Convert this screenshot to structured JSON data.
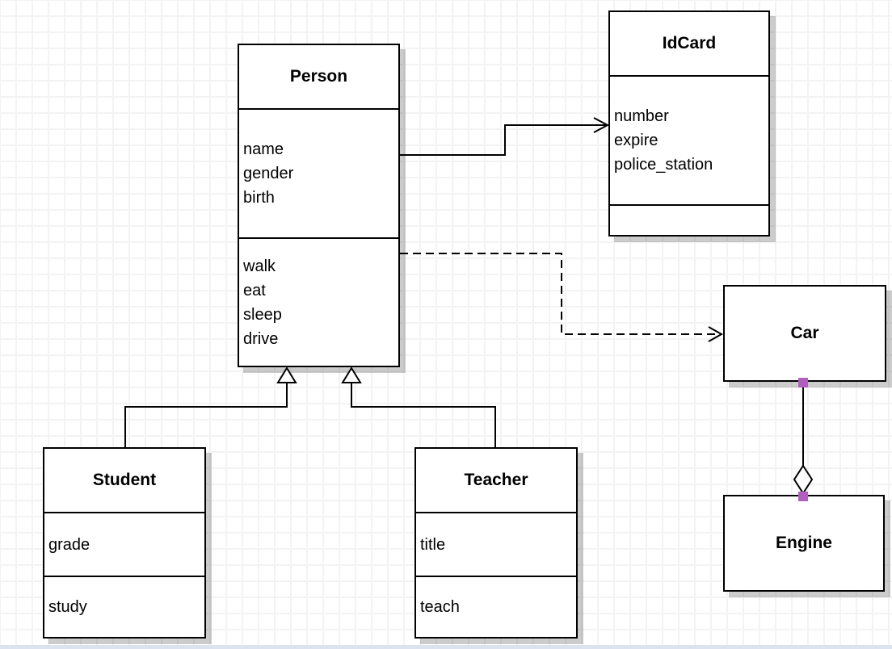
{
  "diagram": {
    "kind": "uml-class-diagram",
    "classes": {
      "person": {
        "title": "Person",
        "attributes": [
          "name",
          "gender",
          "birth"
        ],
        "methods": [
          "walk",
          "eat",
          "sleep",
          "drive"
        ]
      },
      "idcard": {
        "title": "IdCard",
        "attributes": [
          "number",
          "expire",
          "police_station"
        ],
        "methods": []
      },
      "car": {
        "title": "Car",
        "attributes": [],
        "methods": []
      },
      "engine": {
        "title": "Engine",
        "attributes": [],
        "methods": []
      },
      "student": {
        "title": "Student",
        "attributes": [
          "grade"
        ],
        "methods": [
          "study"
        ]
      },
      "teacher": {
        "title": "Teacher",
        "attributes": [
          "title"
        ],
        "methods": [
          "teach"
        ]
      }
    },
    "relationships": [
      {
        "from": "Person",
        "to": "IdCard",
        "type": "association",
        "line": "solid",
        "end": "open-arrow"
      },
      {
        "from": "Person",
        "to": "Car",
        "type": "dependency",
        "line": "dashed",
        "end": "open-arrow"
      },
      {
        "from": "Student",
        "to": "Person",
        "type": "generalization",
        "line": "solid",
        "end": "hollow-triangle"
      },
      {
        "from": "Teacher",
        "to": "Person",
        "type": "generalization",
        "line": "solid",
        "end": "hollow-triangle"
      },
      {
        "from": "Car",
        "to": "Engine",
        "type": "aggregation",
        "line": "solid",
        "end": "hollow-diamond"
      }
    ],
    "colors": {
      "box_fill": "#ffffff",
      "box_border": "#000000",
      "shadow": "#c6c6c6",
      "grid_line": "#f3f3f5",
      "background": "#ffffff",
      "connection_point": "#b15fbe",
      "bottom_strip": "#dde2f1"
    }
  }
}
